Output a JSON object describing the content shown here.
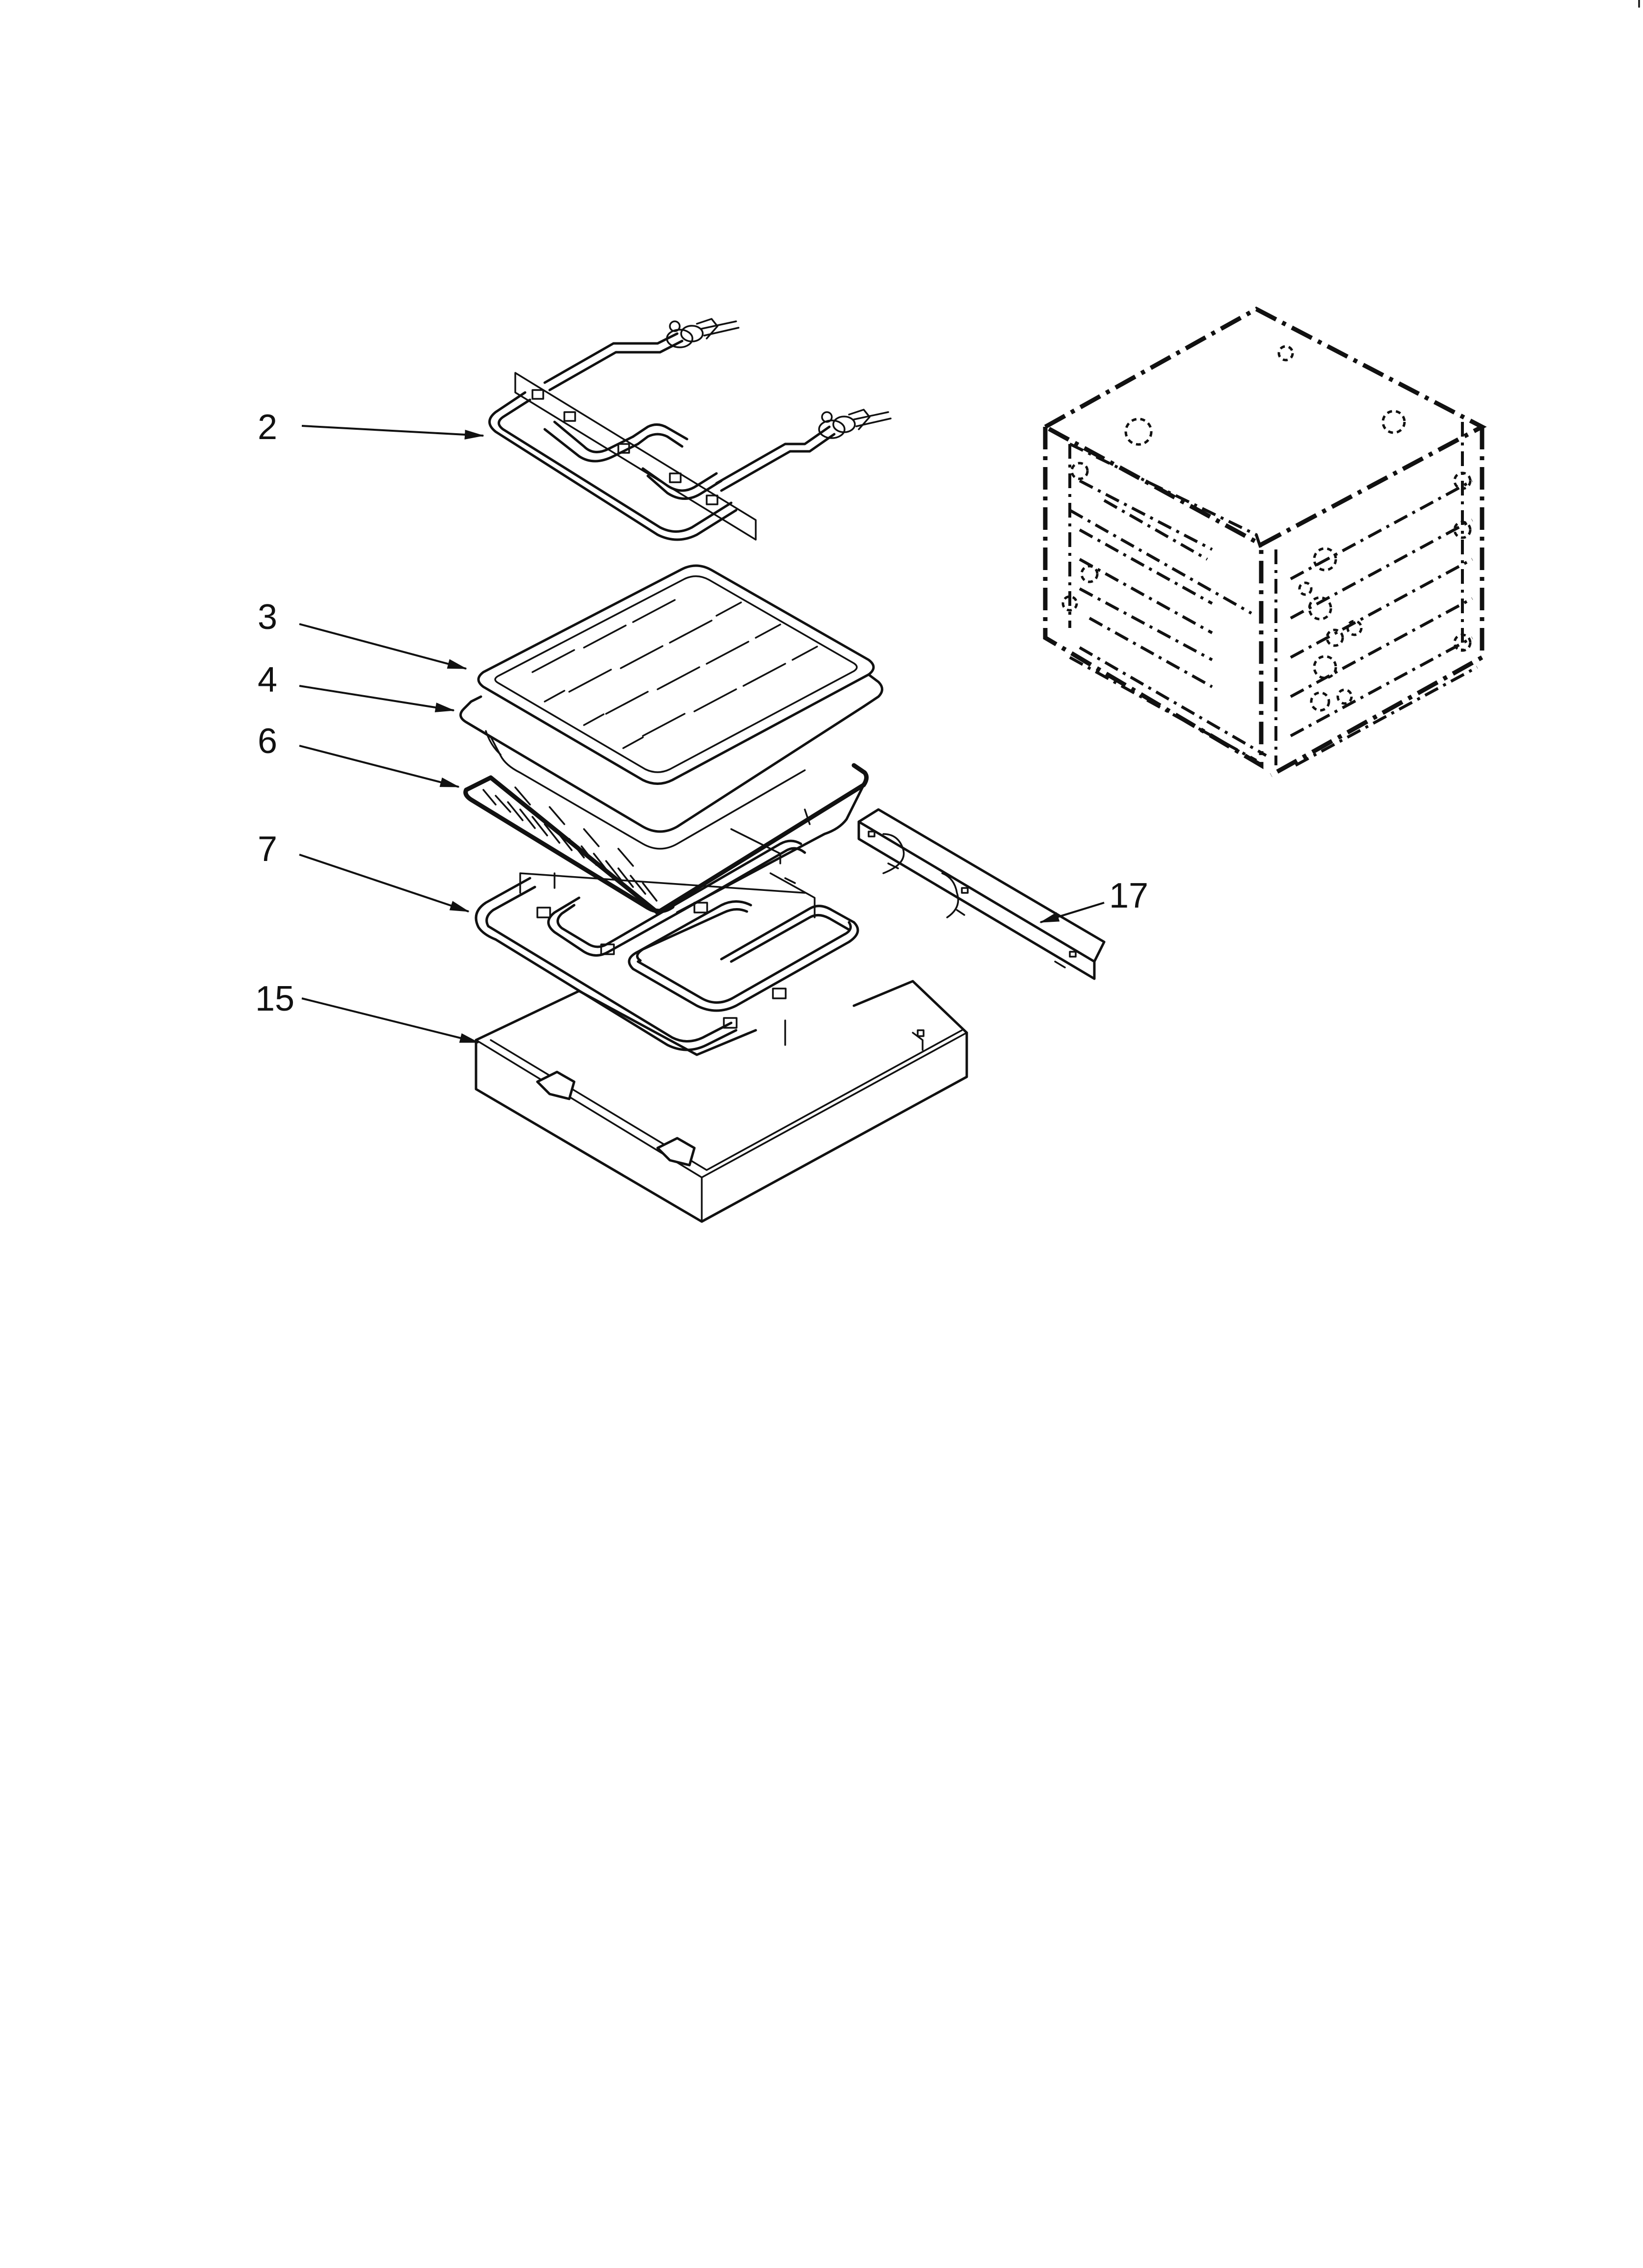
{
  "diagram": {
    "callouts": [
      {
        "id": "c2",
        "label": "2"
      },
      {
        "id": "c3",
        "label": "3"
      },
      {
        "id": "c4",
        "label": "4"
      },
      {
        "id": "c6",
        "label": "6"
      },
      {
        "id": "c7",
        "label": "7"
      },
      {
        "id": "c15",
        "label": "15"
      },
      {
        "id": "c17",
        "label": "17"
      }
    ]
  }
}
